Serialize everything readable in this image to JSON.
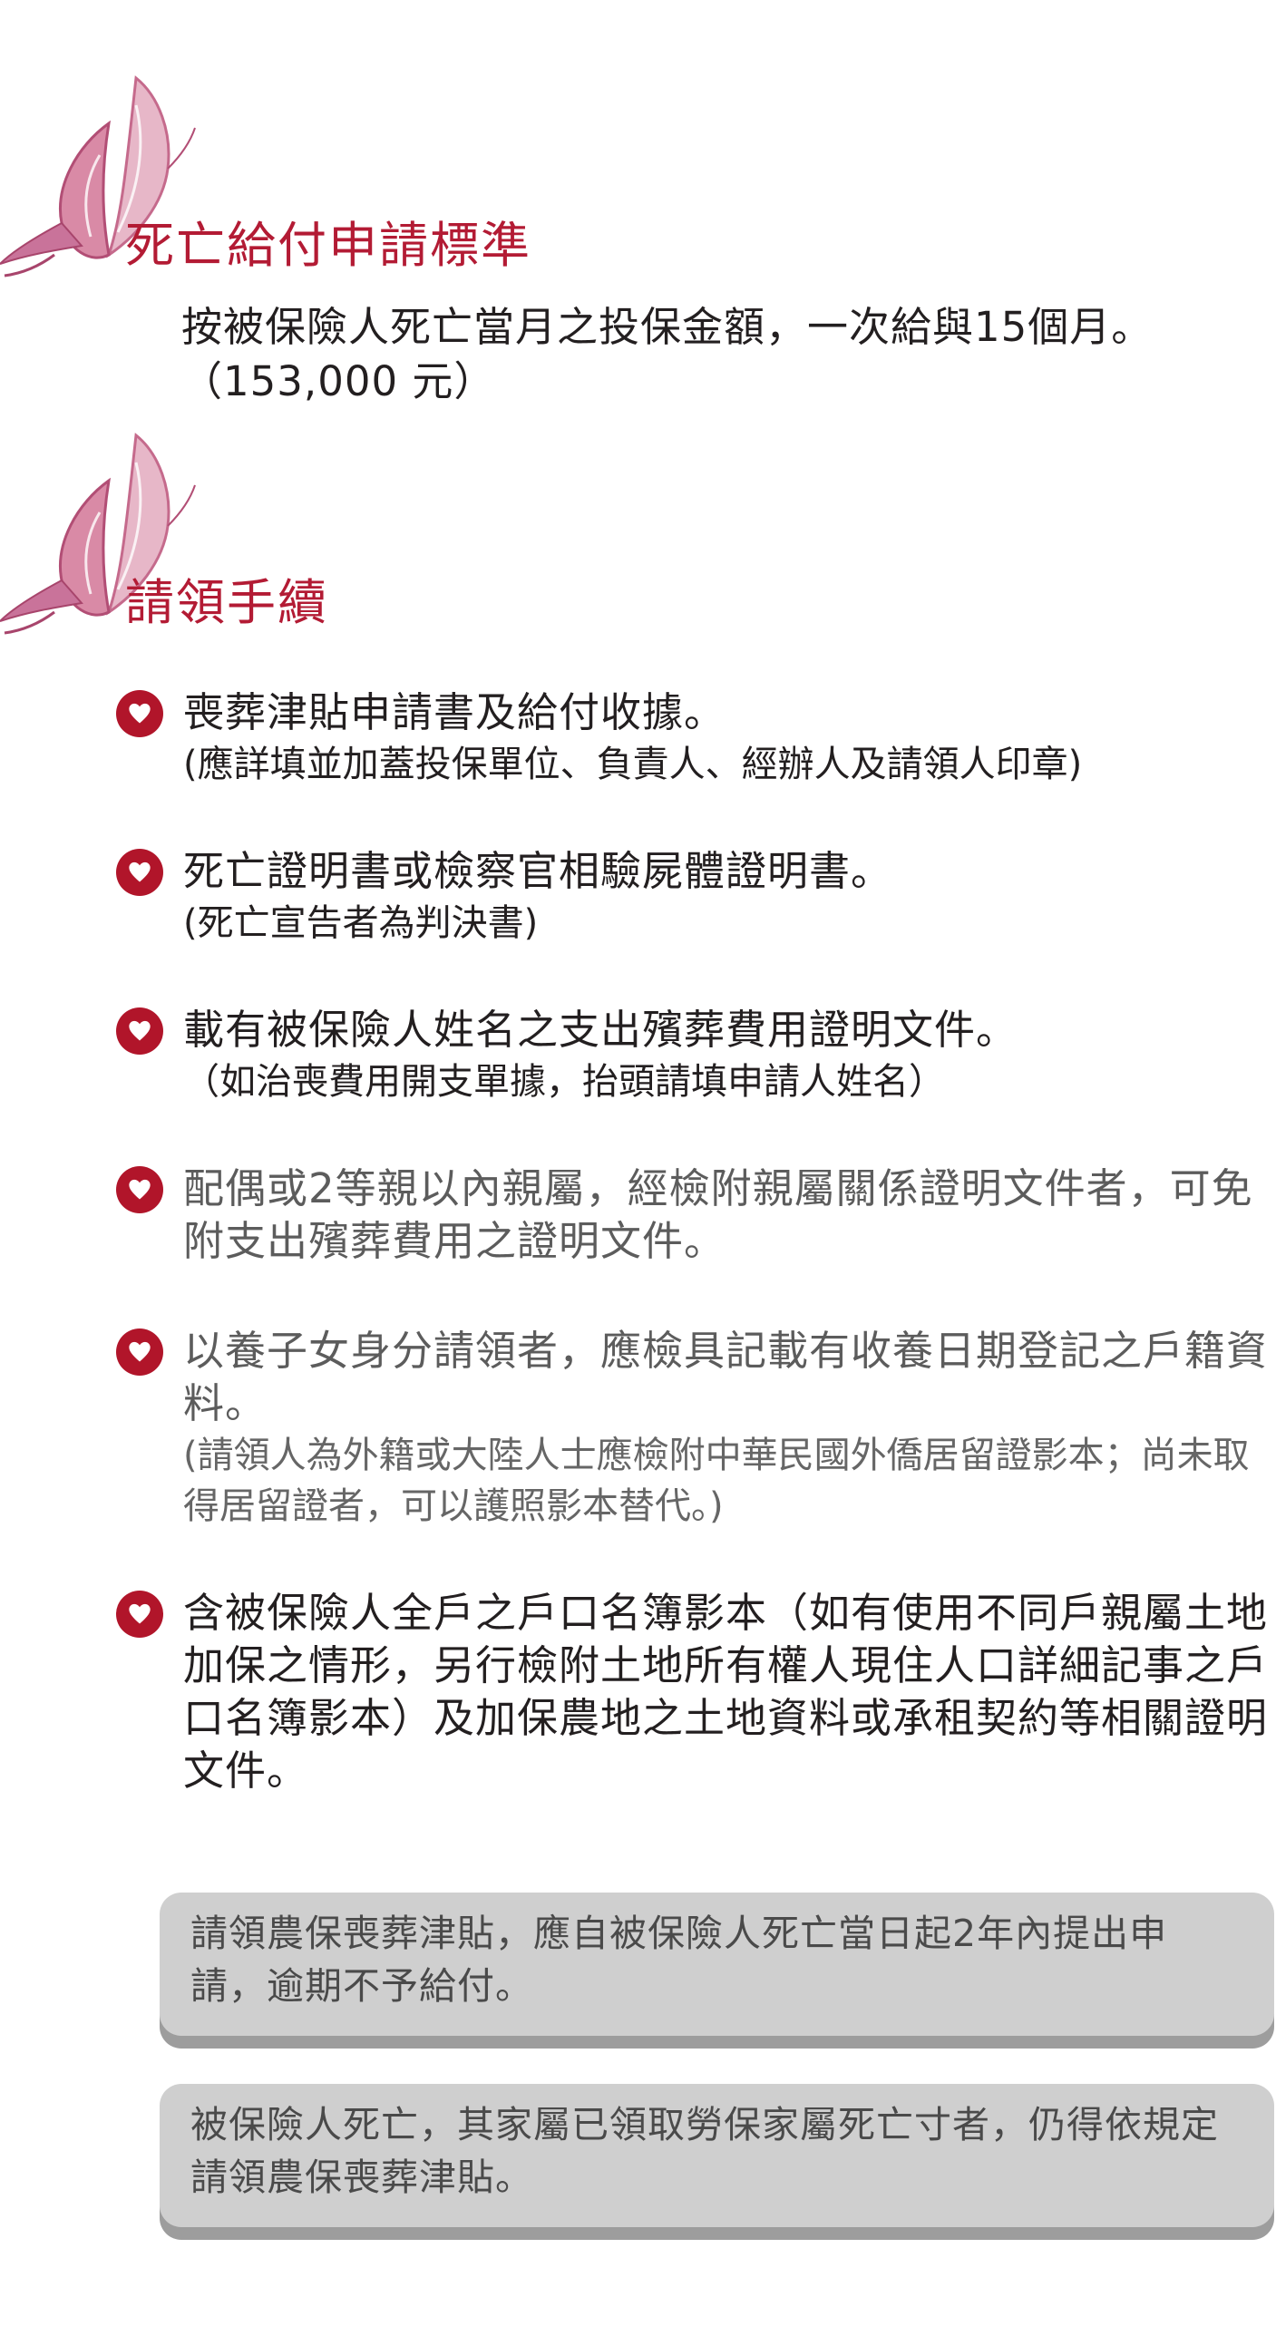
{
  "sections": {
    "standard": {
      "title": "死亡給付申請標準",
      "body_line1": "按被保險人死亡當月之投保金額，一次給與15個月。",
      "body_line2": "（153,000 元）"
    },
    "procedure": {
      "title": "請領手續"
    }
  },
  "items": [
    {
      "text": "喪葬津貼申請書及給付收據。",
      "note": "(應詳填並加蓋投保單位、負責人、經辦人及請領人印章)"
    },
    {
      "text": "死亡證明書或檢察官相驗屍體證明書。",
      "note": "(死亡宣告者為判決書)"
    },
    {
      "text": "載有被保險人姓名之支出殯葬費用證明文件。",
      "note": "（如治喪費用開支單據，抬頭請填申請人姓名）"
    },
    {
      "text": "配偶或2等親以內親屬，經檢附親屬關係證明文件者，可免附支出殯葬費用之證明文件。"
    },
    {
      "text": "以養子女身分請領者，應檢具記載有收養日期登記之戶籍資料。",
      "note": "(請領人為外籍或大陸人士應檢附中華民國外僑居留證影本；尚未取得居留證者，可以護照影本替代。)"
    },
    {
      "text": "含被保險人全戶之戶口名簿影本（如有使用不同戶親屬土地加保之情形，另行檢附土地所有權人現住人口詳細記事之戶口名簿影本）及加保農地之土地資料或承租契約等相關證明文件。"
    }
  ],
  "notes": [
    "請領農保喪葬津貼，應自被保險人死亡當日起2年內提出申請，逾期不予給付。",
    "被保險人死亡，其家屬已領取勞保家屬死亡寸者，仍得依規定請領農保喪葬津貼。"
  ],
  "colors": {
    "accent": "#b31b34",
    "bullet": "#b1152a",
    "note_box": "#cfcfcf",
    "note_shadow": "#9d9d9d"
  }
}
